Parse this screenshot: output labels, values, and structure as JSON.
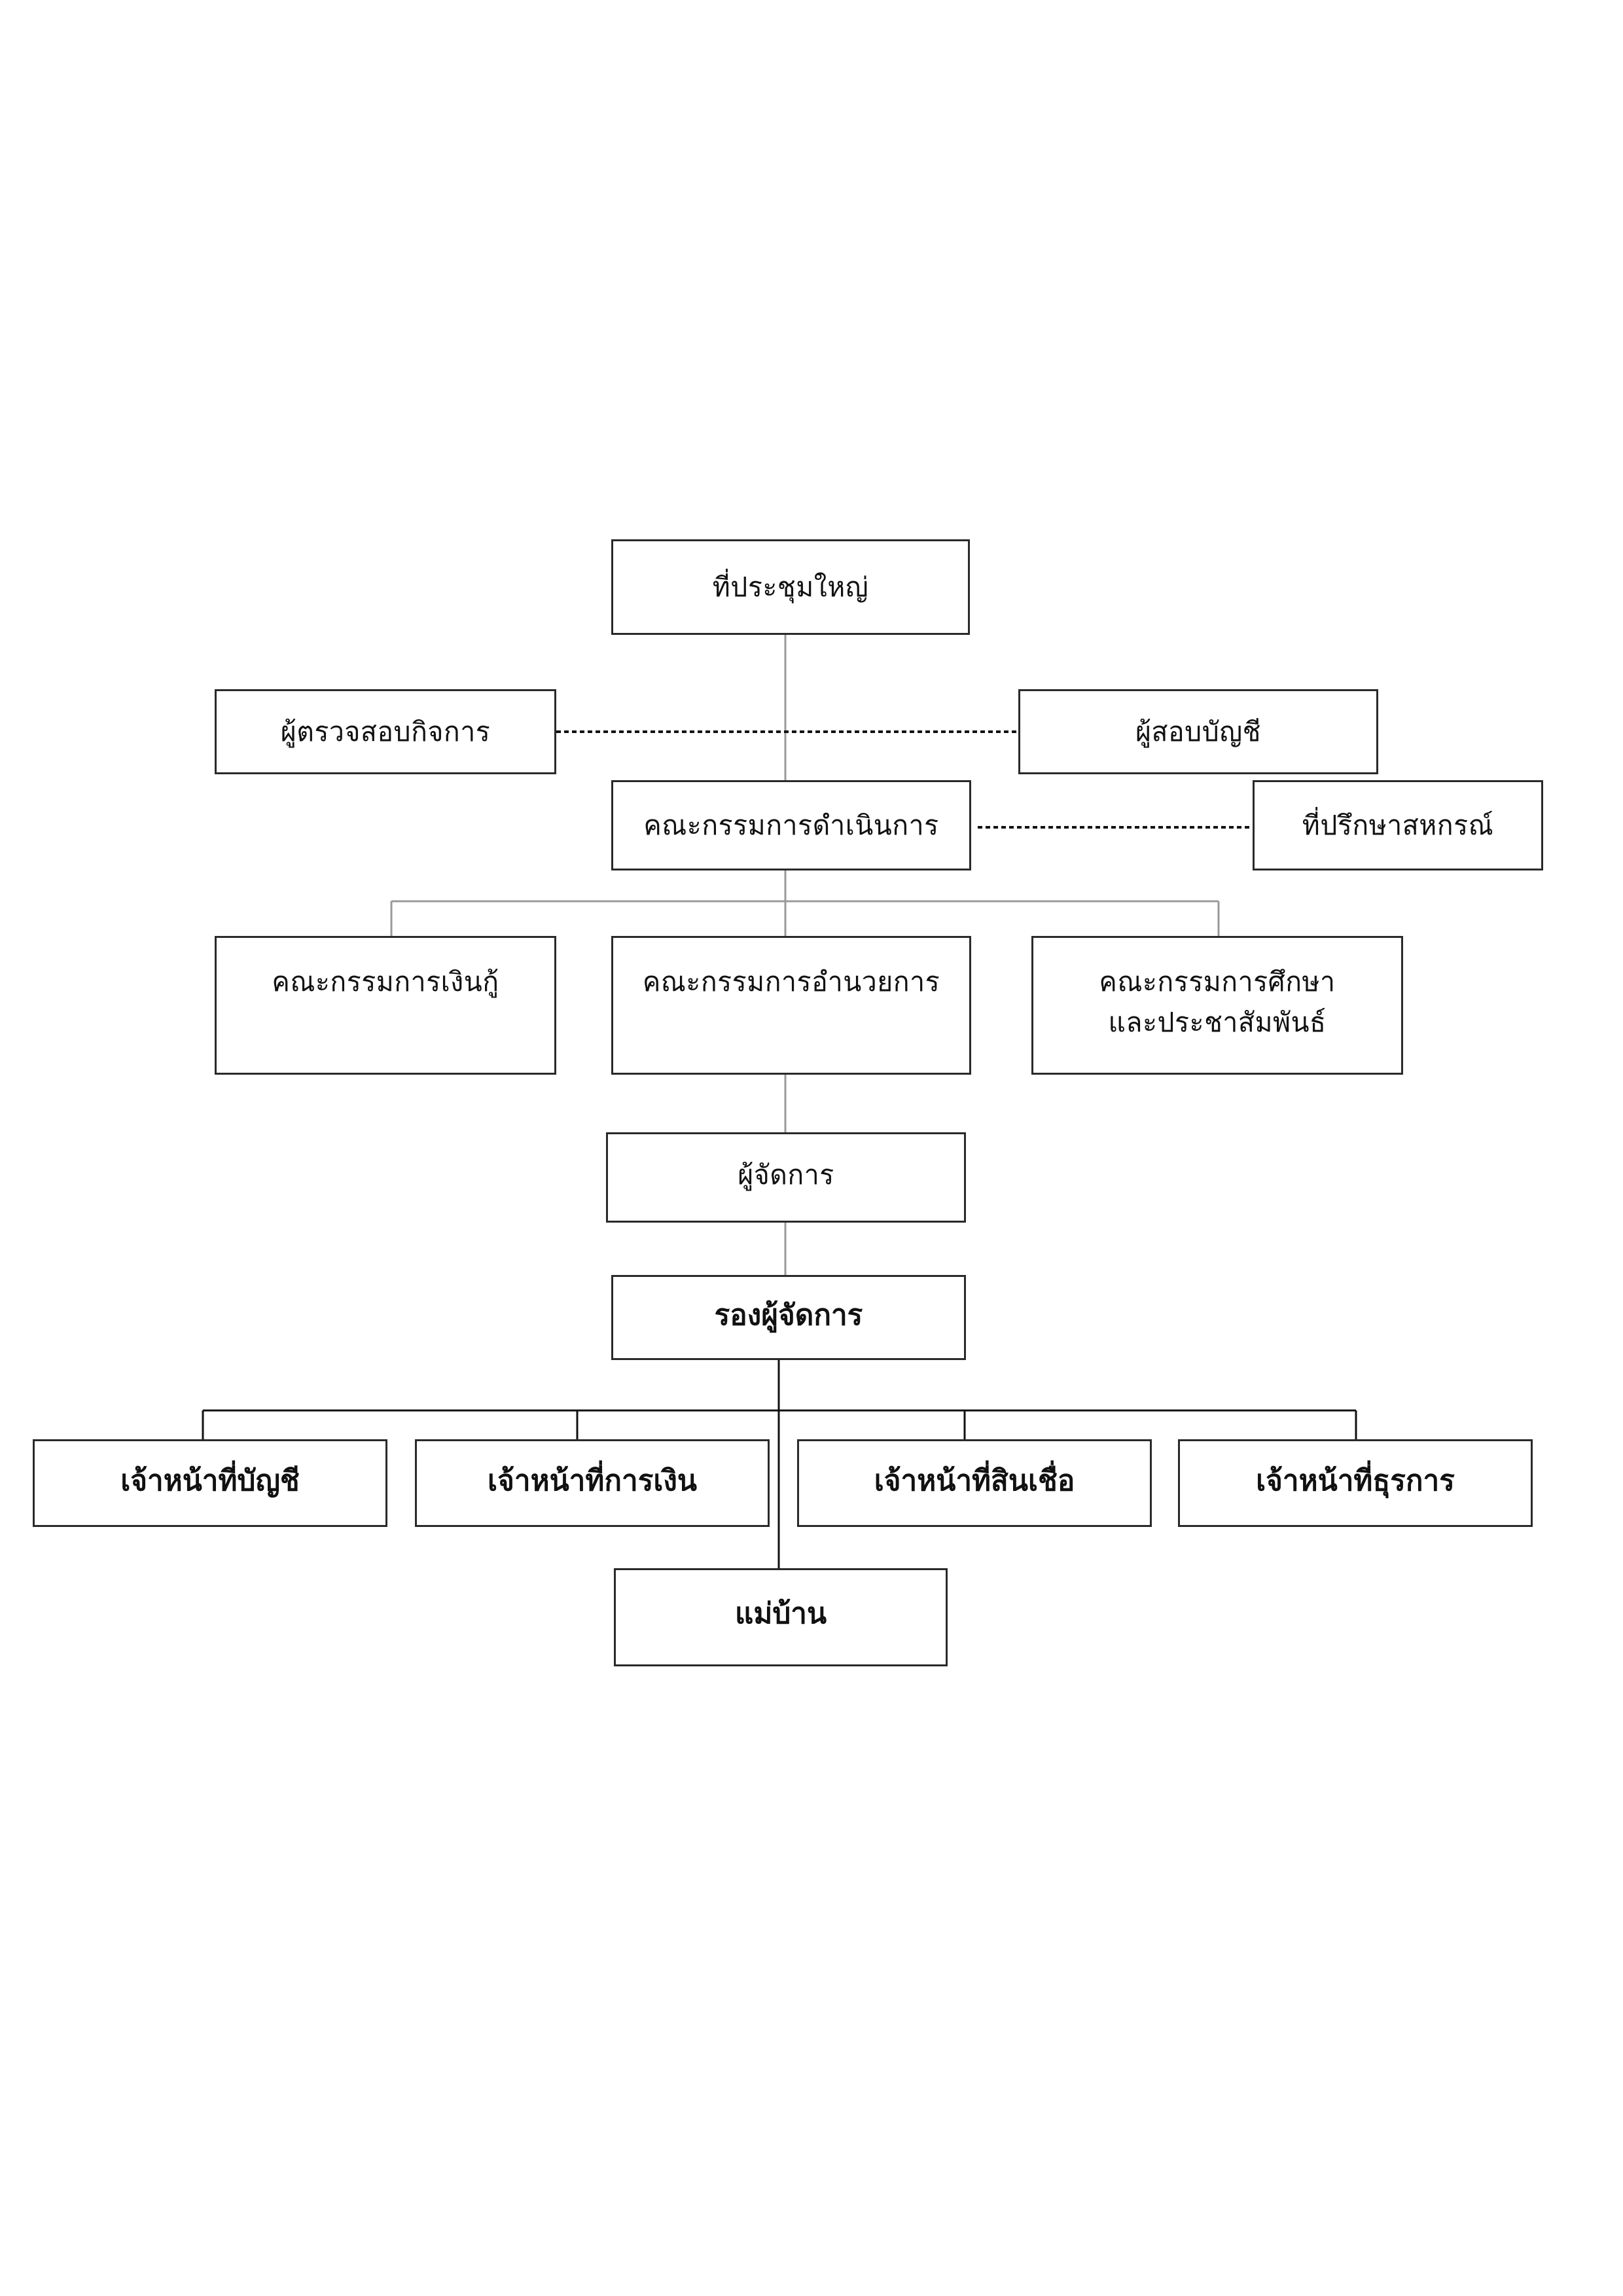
{
  "org_chart": {
    "general_meeting": "ที่ประชุมใหญ่",
    "business_inspector": "ผู้ตรวจสอบกิจการ",
    "auditor": "ผู้สอบบัญชี",
    "board_of_directors": "คณะกรรมการดำเนินการ",
    "cooperative_advisor": "ที่ปรึกษาสหกรณ์",
    "loan_committee": "คณะกรรมการเงินกู้",
    "executive_committee": "คณะกรรมการอำนวยการ",
    "education_committee": {
      "line1": "คณะกรรมการศึกษา",
      "line2": "และประชาสัมพันธ์"
    },
    "manager": "ผู้จัดการ",
    "deputy_manager": "รองผู้จัดการ",
    "accounting_officer": "เจ้าหน้าที่บัญชี",
    "finance_officer": "เจ้าหน้าที่การเงิน",
    "credit_officer": "เจ้าหน้าที่สินเชื่อ",
    "admin_officer": "เจ้าหน้าที่ธุรการ",
    "housekeeper": "แม่บ้าน"
  }
}
